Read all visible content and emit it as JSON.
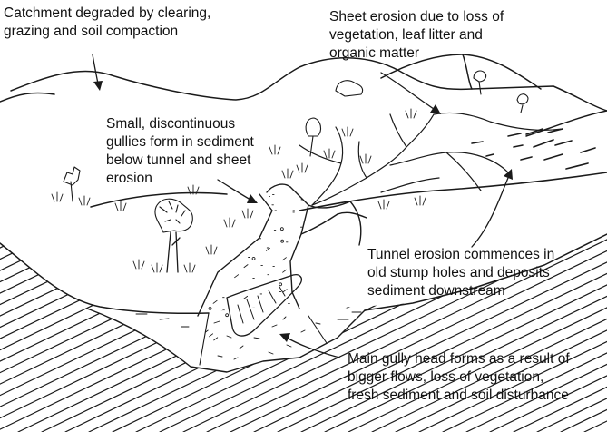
{
  "labels": {
    "catchment": [
      "Catchment degraded by clearing,",
      "grazing and soil compaction"
    ],
    "sheet": [
      "Sheet erosion due to loss of",
      "vegetation, leaf litter and",
      "organic matter"
    ],
    "gullies": [
      "Small, discontinuous",
      "gullies form in sediment",
      "below tunnel and sheet",
      "erosion"
    ],
    "tunnel": [
      "Tunnel erosion commences in",
      "old stump holes and deposits",
      "sediment downstream"
    ],
    "head": [
      "Main gully head forms as a result of",
      "bigger flows, loss of vegetation,",
      "fresh sediment and soil disturbance"
    ]
  },
  "colors": {
    "ink": "#1a1a1a",
    "background": "#ffffff"
  }
}
